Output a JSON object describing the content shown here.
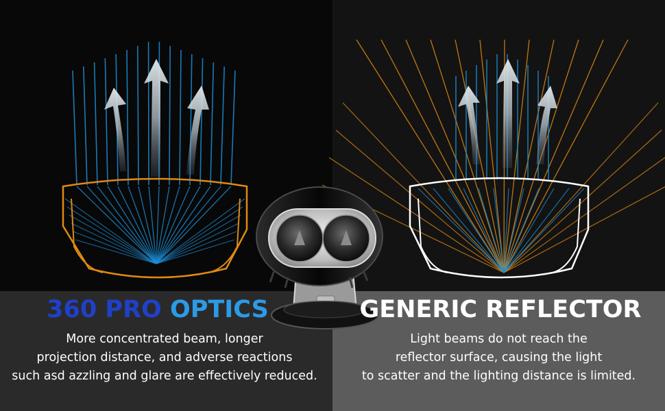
{
  "left": {
    "heading_part1": "360 PRO",
    "heading_part2": "OPTICS",
    "description_lines": [
      "More concentrated beam, longer",
      "projection distance, and adverse reactions",
      "such asd azzling and glare are effectively reduced."
    ]
  },
  "right": {
    "heading": "GENERIC REFLECTOR",
    "description_lines": [
      "Light beams do not reach the",
      "reflector surface, causing the light",
      "to scatter and the lighting distance is limited."
    ]
  },
  "colors": {
    "beam_blue": "#1c8fd8",
    "reflector_orange": "#e08a12",
    "heading_dark_blue": "#1f40c8",
    "heading_light_blue": "#2c9ae6"
  }
}
